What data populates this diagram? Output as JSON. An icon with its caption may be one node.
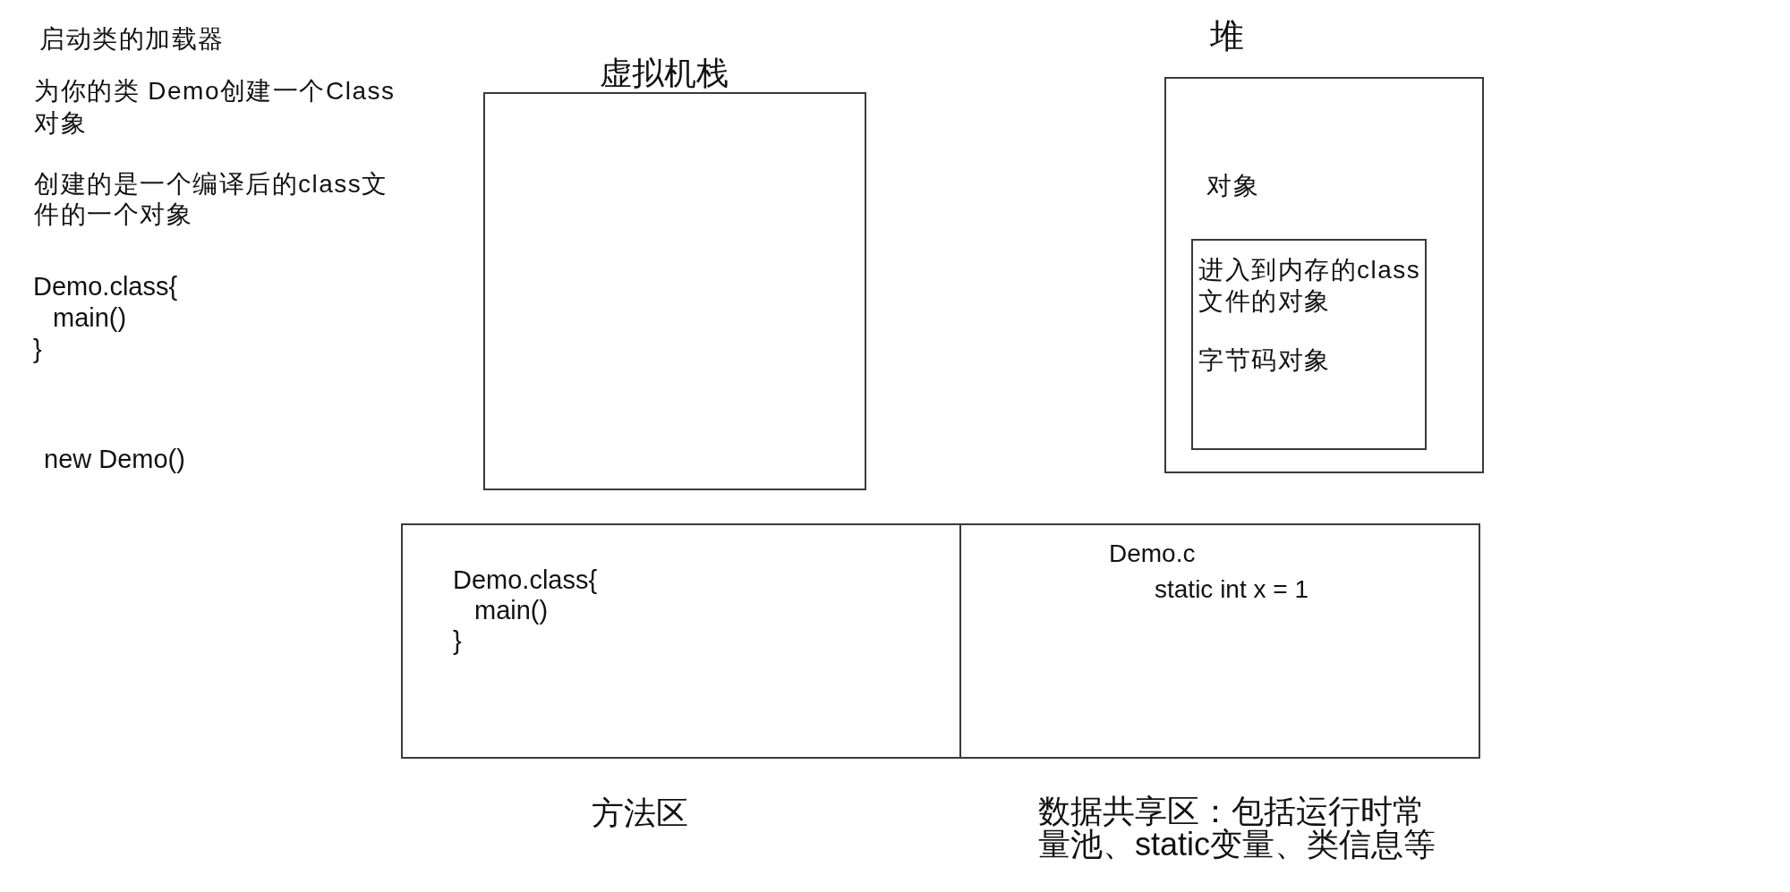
{
  "diagram": {
    "nodes": [
      {
        "text": [
          "虚拟机栈"
        ]
      },
      {
        "text": [
          "堆",
          "对象"
        ]
      },
      {
        "text": [
          "进入到内存的class文件的对象",
          "字节码对象"
        ],
        "in": 1
      },
      {
        "text": [
          "Demo.class{ main() }"
        ],
        "beside": [
          "方法区"
        ]
      },
      {
        "text": [
          "Demo.c",
          "static int x = 1"
        ],
        "beside": [
          "数据共享区：包括运行时常量池、static变量、类信息等"
        ]
      }
    ],
    "labels": [
      "启动类的加载器",
      "为你的类 Demo创建一个Class对象",
      "创建的是一个编译后的class文件的一个对象",
      "Demo.class{ main() }",
      "new Demo()"
    ]
  }
}
